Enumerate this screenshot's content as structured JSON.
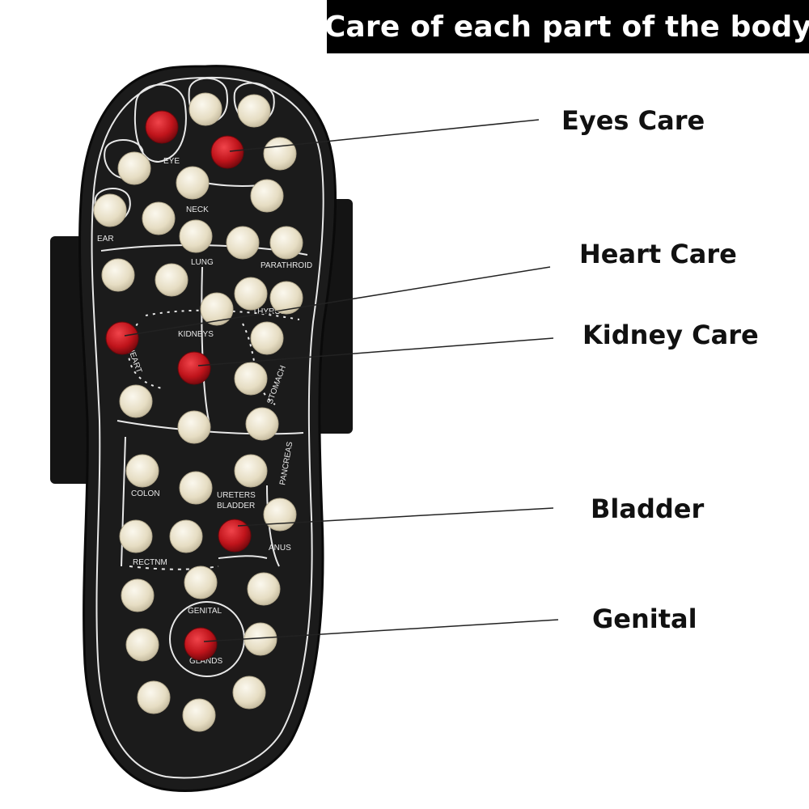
{
  "header": {
    "title": "Care of each part of the body"
  },
  "callouts": [
    {
      "label": "Eyes Care"
    },
    {
      "label": "Heart Care"
    },
    {
      "label": "Kidney Care"
    },
    {
      "label": "Bladder"
    },
    {
      "label": "Genital"
    }
  ],
  "zones": {
    "eye": "EYE",
    "neck": "NECK",
    "ear": "EAR",
    "lung": "LUNG",
    "parathroid": "PARATHROID",
    "thyroid": "THYROID",
    "kidneys": "KIDNEYS",
    "heart": "HEART",
    "stomach": "STOMACH",
    "pancreas": "PANCREAS",
    "colon": "COLON",
    "ureters": "URETERS",
    "bladder": "BLADDER",
    "anus": "ANUS",
    "rectnm": "RECTNM",
    "genital": "GENITAL",
    "glands": "GLANDS"
  },
  "colors": {
    "sole": "#1b1b1b",
    "strap": "#151515",
    "nub": "#ede6d0",
    "red_nub": "#c0141b",
    "line": "#e8e8e8"
  }
}
